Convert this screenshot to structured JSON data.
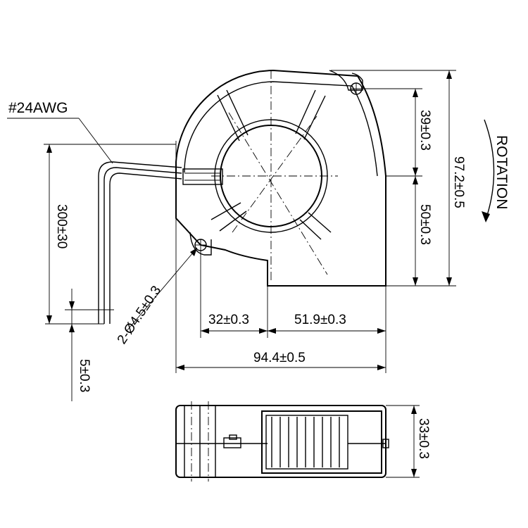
{
  "labels": {
    "wire_gauge": "#24AWG",
    "rotation": "ROTATION"
  },
  "dimensions": {
    "top_height": "39±0.3",
    "bottom_height": "50±0.3",
    "total_height": "97.2±0.5",
    "wire_length": "300±30",
    "hole_diameter": "2-Ø4.5±0.3",
    "left_width": "32±0.3",
    "right_width": "51.9±0.3",
    "total_width": "94.4±0.5",
    "strip_length": "5±0.3",
    "thickness": "33±0.3"
  }
}
